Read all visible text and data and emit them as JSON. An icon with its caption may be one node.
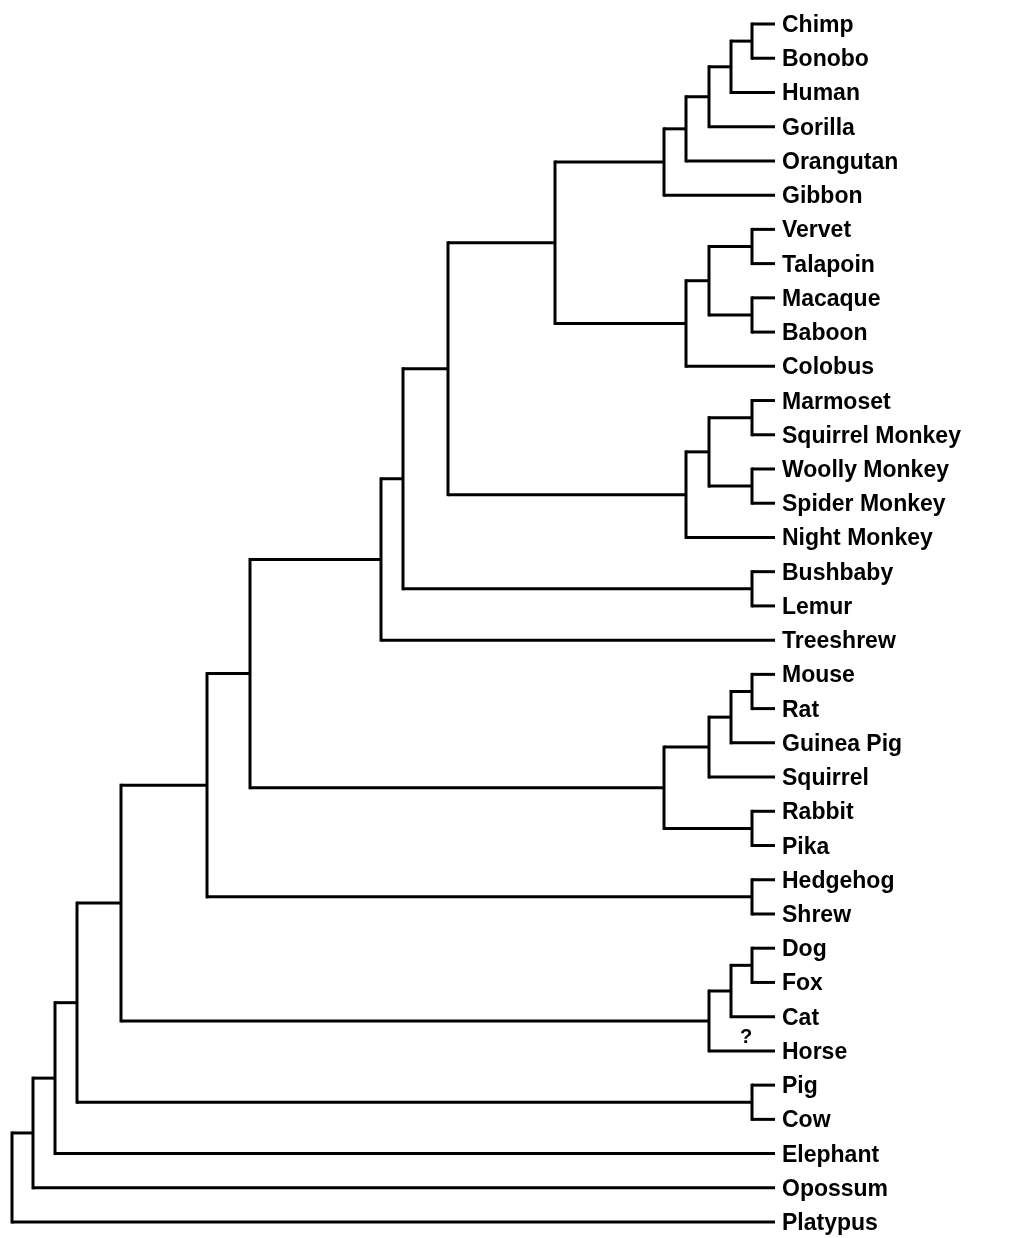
{
  "diagram": {
    "labels": [
      "Chimp",
      "Bonobo",
      "Human",
      "Gorilla",
      "Orangutan",
      "Gibbon",
      "Vervet",
      "Talapoin",
      "Macaque",
      "Baboon",
      "Colobus",
      "Marmoset",
      "Squirrel Monkey",
      "Woolly Monkey",
      "Spider Monkey",
      "Night Monkey",
      "Bushbaby",
      "Lemur",
      "Treeshrew",
      "Mouse",
      "Rat",
      "Guinea Pig",
      "Squirrel",
      "Rabbit",
      "Pika",
      "Hedgehog",
      "Shrew",
      "Dog",
      "Fox",
      "Cat",
      "?",
      "Horse",
      "Pig",
      "Cow",
      "Elephant",
      "Opossum",
      "Platypus"
    ]
  }
}
